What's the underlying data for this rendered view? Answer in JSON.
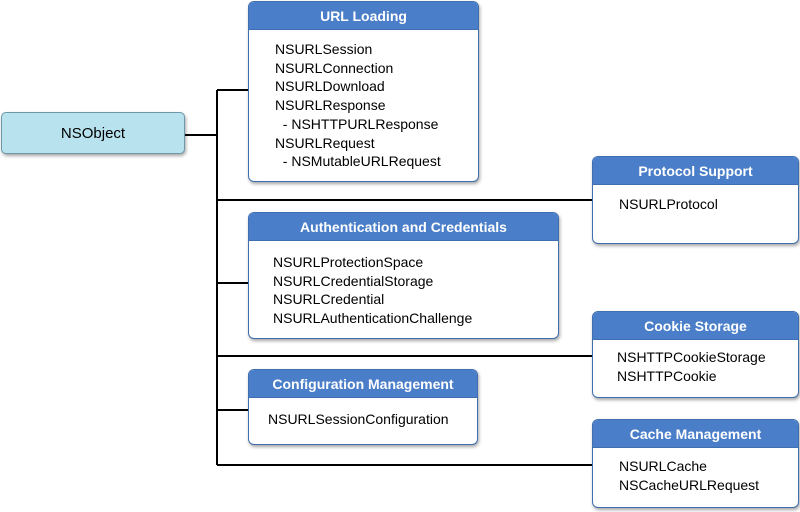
{
  "root": {
    "label": "NSObject"
  },
  "groups": [
    {
      "id": "url-loading",
      "title": "URL Loading",
      "items": [
        "NSURLSession",
        "NSURLConnection",
        "NSURLDownload",
        "NSURLResponse",
        "  - NSHTTPURLResponse",
        "NSURLRequest",
        "  - NSMutableURLRequest"
      ]
    },
    {
      "id": "protocol-support",
      "title": "Protocol Support",
      "items": [
        "NSURLProtocol"
      ]
    },
    {
      "id": "authentication-and-credentials",
      "title": "Authentication and Credentials",
      "items": [
        "NSURLProtectionSpace",
        "NSURLCredentialStorage",
        "NSURLCredential",
        "NSURLAuthenticationChallenge"
      ]
    },
    {
      "id": "cookie-storage",
      "title": "Cookie Storage",
      "items": [
        "NSHTTPCookieStorage",
        "NSHTTPCookie"
      ]
    },
    {
      "id": "configuration-management",
      "title": "Configuration Management",
      "items": [
        "NSURLSessionConfiguration"
      ]
    },
    {
      "id": "cache-management",
      "title": "Cache Management",
      "items": [
        "NSURLCache",
        "NSCacheURLRequest"
      ]
    }
  ],
  "colors": {
    "root_fill": "#b8e3ee",
    "header_fill": "#4a7ec9",
    "header_text": "#ffffff",
    "connector": "#000000"
  }
}
